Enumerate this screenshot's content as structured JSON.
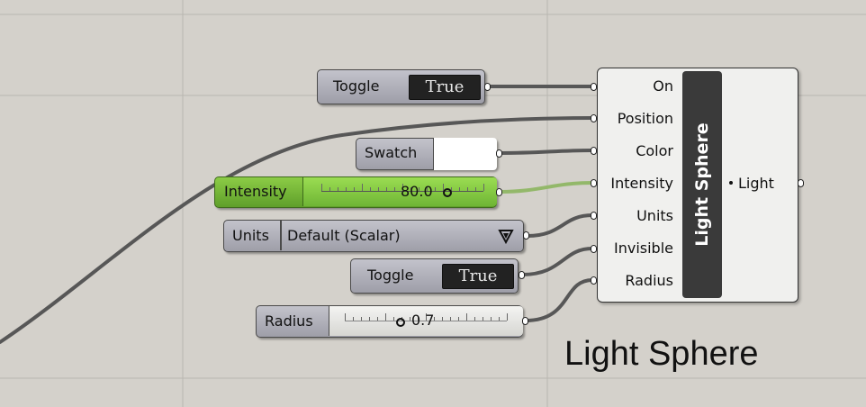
{
  "toggle_top": {
    "label": "Toggle",
    "value": "True"
  },
  "swatch": {
    "label": "Swatch",
    "color": "#ffffff"
  },
  "intensity_slider": {
    "label": "Intensity",
    "value": "80.0",
    "accent": "#7ab83a"
  },
  "units": {
    "label": "Units",
    "value": "Default (Scalar)"
  },
  "toggle_bottom": {
    "label": "Toggle",
    "value": "True"
  },
  "radius_slider": {
    "label": "Radius",
    "value": "0.7"
  },
  "component": {
    "title": "Light Sphere",
    "inputs": [
      "On",
      "Position",
      "Color",
      "Intensity",
      "Units",
      "Invisible",
      "Radius"
    ],
    "output": "Light"
  },
  "caption": "Light Sphere",
  "icons": {
    "units_dropdown": "chevron-down-icon"
  }
}
